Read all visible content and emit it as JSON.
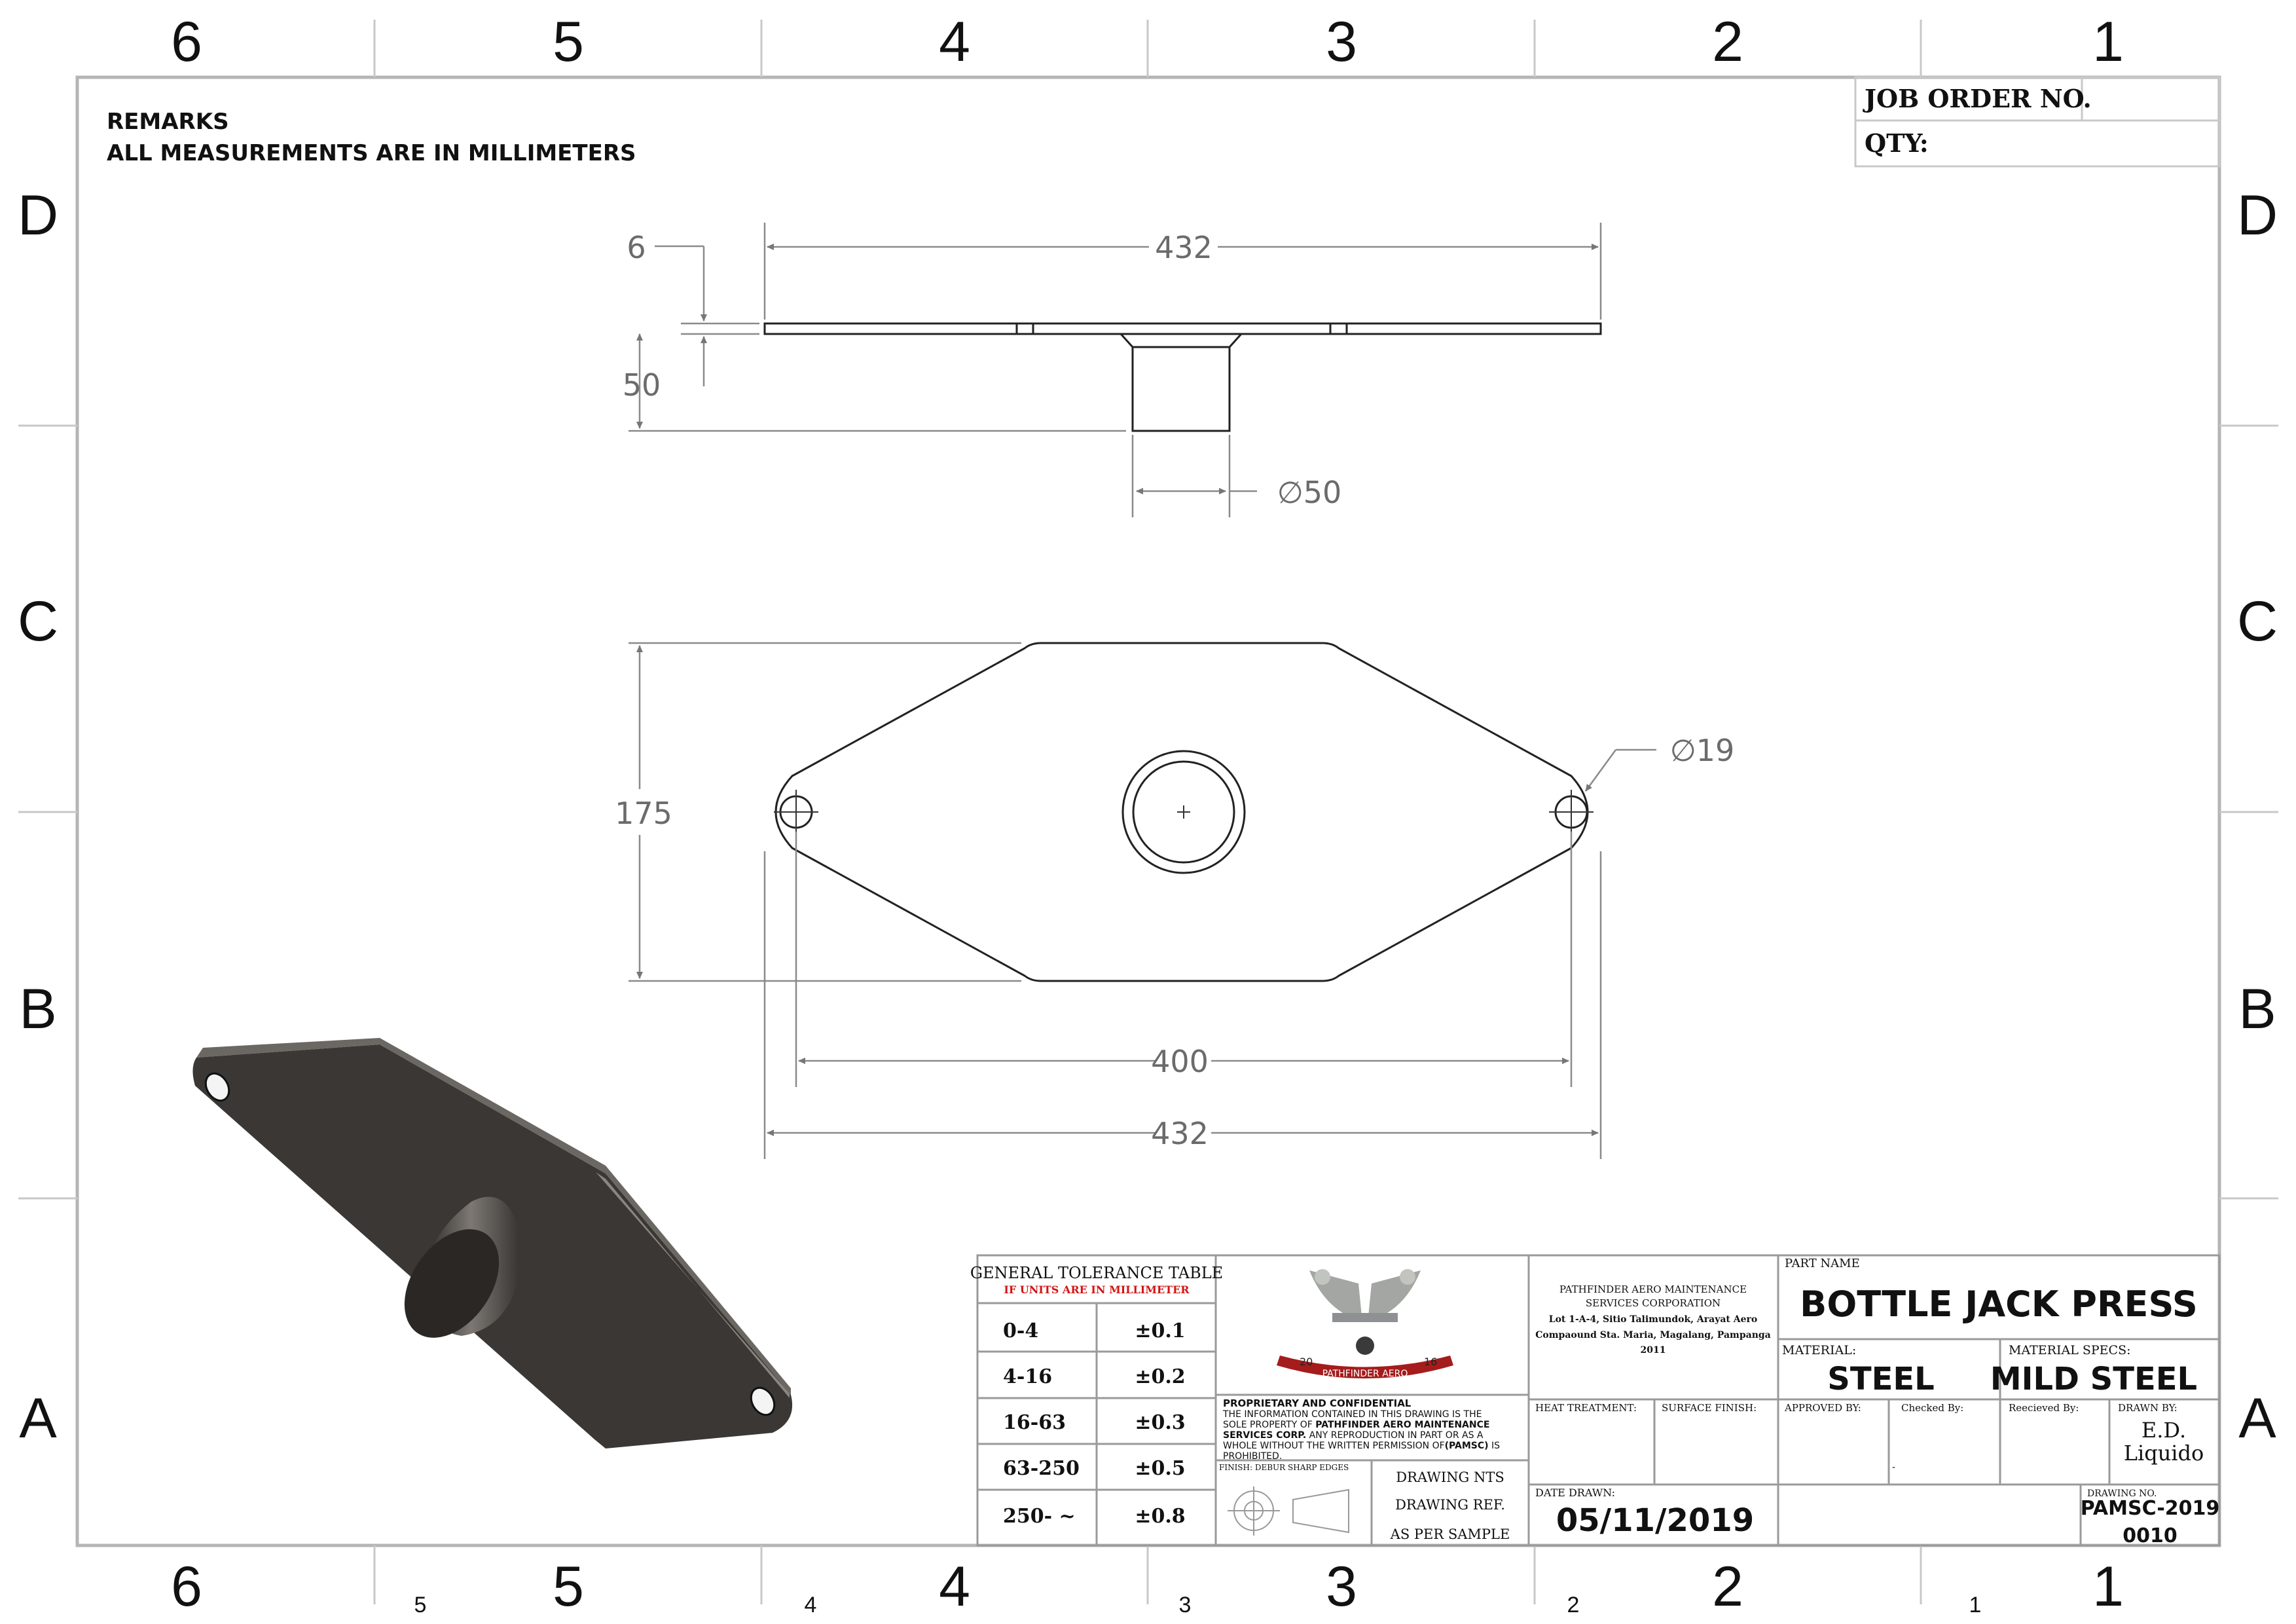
{
  "zones": {
    "columns": [
      "6",
      "5",
      "4",
      "3",
      "2",
      "1"
    ],
    "rows": [
      "D",
      "C",
      "B",
      "A"
    ],
    "bottom_small": [
      "5",
      "4",
      "3",
      "2",
      "1"
    ]
  },
  "remarks": {
    "line1": "REMARKS",
    "line2": "ALL MEASUREMENTS ARE IN MILLIMETERS"
  },
  "job_box": {
    "job_order": "JOB ORDER NO.",
    "qty": "QTY:"
  },
  "dimensions": {
    "top_width": "432",
    "thickness": "6",
    "boss_height": "50",
    "boss_dia": "∅50",
    "height": "175",
    "hole_dia": "∅19",
    "hole_spacing": "400",
    "bottom_width": "432"
  },
  "tolerance": {
    "title": "GENERAL TOLERANCE TABLE",
    "subtitle": "IF UNITS ARE IN MILLIMETER",
    "rows": [
      {
        "range": "0-4",
        "tol": "±0.1"
      },
      {
        "range": "4-16",
        "tol": "±0.2"
      },
      {
        "range": "16-63",
        "tol": "±0.3"
      },
      {
        "range": "63-250",
        "tol": "±0.5"
      },
      {
        "range": "250- ~",
        "tol": "±0.8"
      }
    ]
  },
  "logo": {
    "left_year": "20",
    "right_year": "16",
    "banner": "PATHFINDER AERO"
  },
  "proprietary": {
    "heading": "PROPRIETARY AND CONFIDENTIAL",
    "line1": "THE INFORMATION CONTAINED IN THIS DRAWING IS THE",
    "line2a": "SOLE PROPERTY OF ",
    "line2b": "PATHFINDER AERO MAINTENANCE",
    "line3a": "SERVICES CORP.",
    "line3b": "  ANY REPRODUCTION IN PART OR AS A",
    "line4a": "WHOLE WITHOUT THE WRITTEN PERMISSION OF",
    "line4b": "(PAMSC)",
    "line4c": " IS",
    "line5": "PROHIBITED."
  },
  "finish": "FINISH: DEBUR SHARP EDGES",
  "drawing_notes": {
    "nts": "DRAWING NTS",
    "ref": "DRAWING REF.",
    "sample": "AS PER SAMPLE"
  },
  "company": {
    "line1": "PATHFINDER AERO MAINTENANCE",
    "line2": "SERVICES CORPORATION",
    "line3": "Lot 1-A-4, Sitio Talimundok, Arayat Aero",
    "line4": "Compaound Sta. Maria, Magalang, Pampanga",
    "line5": "2011"
  },
  "part": {
    "label": "PART NAME",
    "name": "BOTTLE JACK PRESS",
    "material_label": "MATERIAL:",
    "material": "STEEL",
    "specs_label": "MATERIAL SPECS:",
    "specs": "MILD STEEL"
  },
  "fields": {
    "heat": "HEAT TREATMENT:",
    "surface": "SURFACE FINISH:",
    "approved": "APPROVED BY:",
    "checked": "Checked By:",
    "checked_value": "-",
    "received": "Reecieved By:",
    "drawn_by": "DRAWN BY:",
    "drawn_name1": "E.D.",
    "drawn_name2": "Liquido",
    "date_label": "DATE DRAWN:",
    "date": "05/11/2019",
    "drawing_no_label": "DRAWING NO.",
    "drawing_no1": "PAMSC-2019",
    "drawing_no2": "0010"
  }
}
